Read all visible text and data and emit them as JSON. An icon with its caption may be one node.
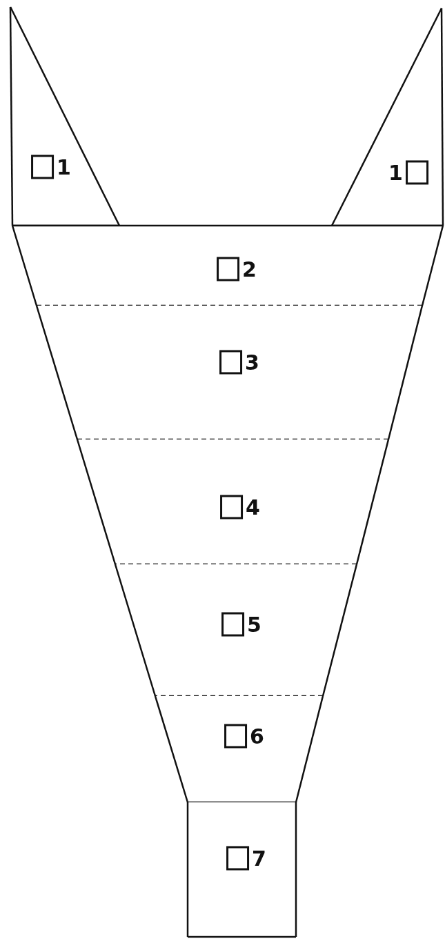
{
  "diagram": {
    "nodes": [
      {
        "text": [
          "1"
        ]
      },
      {
        "text": [
          "1"
        ]
      },
      {
        "text": [
          "2"
        ]
      },
      {
        "text": [
          "3"
        ]
      },
      {
        "text": [
          "4"
        ]
      },
      {
        "text": [
          "5"
        ]
      },
      {
        "text": [
          "6"
        ]
      },
      {
        "text": [
          "7"
        ]
      }
    ]
  }
}
